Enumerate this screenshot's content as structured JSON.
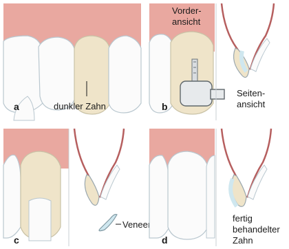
{
  "panels": {
    "a": {
      "letter": "a",
      "caption": "dunkler Zahn"
    },
    "b": {
      "letter": "b",
      "front_view": [
        "Vorder-",
        "ansicht"
      ],
      "side_view": [
        "Seiten-",
        "ansicht"
      ]
    },
    "c": {
      "letter": "c",
      "veneer_label": "Veneer"
    },
    "d": {
      "letter": "d",
      "finished": [
        "fertig",
        "behandelter",
        "Zahn"
      ]
    }
  },
  "colors": {
    "gum": "#e9a8a0",
    "tooth_white": "#fbfbfb",
    "tooth_outline": "#b9c7cf",
    "dark_tooth": "#efe4c9",
    "veneer_blue": "#cfe7ef",
    "gum_outline": "#b65f5f"
  }
}
